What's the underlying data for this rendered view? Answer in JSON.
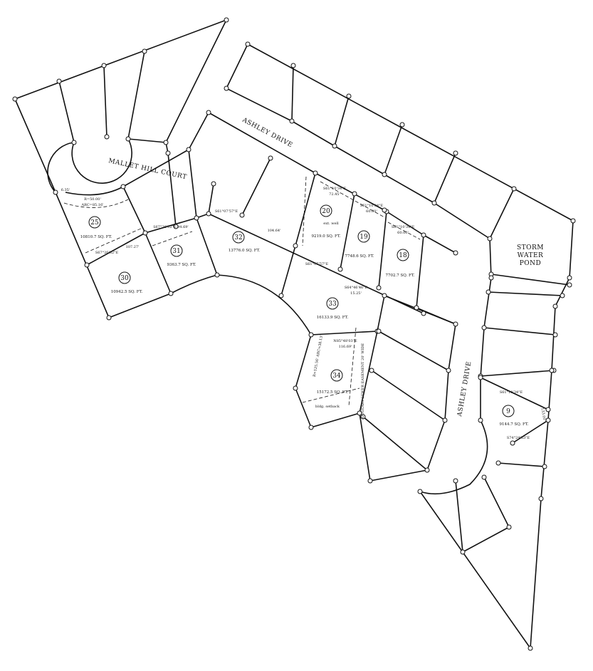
{
  "streets": {
    "mallet_hill_court": "MALLET HILL COURT",
    "ashley_drive_top": "ASHLEY DRIVE",
    "ashley_drive_right": "ASHLEY DRIVE",
    "storm_water_pond": [
      "STORM",
      "WATER",
      "POND"
    ]
  },
  "lots": [
    {
      "number": "25",
      "area": "10810.7 SQ. FT."
    },
    {
      "number": "30",
      "area": "10942.5 SQ. FT."
    },
    {
      "number": "31",
      "area": "9363.7 SQ. FT."
    },
    {
      "number": "32",
      "area": "13776.0 SQ. FT."
    },
    {
      "number": "20",
      "area": "9219.0 SQ. FT."
    },
    {
      "number": "19",
      "area": "7748.6 SQ. FT."
    },
    {
      "number": "18",
      "area": "7702.7 SQ. FT."
    },
    {
      "number": "33",
      "area": "16133.9 SQ. FT."
    },
    {
      "number": "34",
      "area": "15172.5 SQ. FT."
    },
    {
      "number": "9",
      "area": "9144.7 SQ. FT."
    }
  ],
  "annotations": {
    "radius": "R=50.00'",
    "arc": "ARC=85.16'",
    "lot25_corner": "6.35'",
    "s67_bearing": "S67°26'32\"E",
    "s67_dist": "107.27'",
    "lot31_top": "S67°26'32\"E 94.69'",
    "lot32_top": "S61°07'57\"E",
    "lot32_dist": "104.64'",
    "lot20_top": "S61°10'34\"E",
    "lot20_dist": "72.45'",
    "lot19_top": "S61°10'34\"E",
    "lot19_dist": "60.00'",
    "lot18_top": "S61°10'34\"E",
    "lot18_dist": "60.00'",
    "lot33_a": "S61°07'57\"E",
    "lot33_b": "S64°46'46\"E",
    "lot33_dist": "15.25'",
    "lot34_top": "N85°48'03\"E",
    "lot34_dist": "116.69'",
    "lot34_arc": "R=125.56' ARC=38.13'",
    "sewer": "SANITARY SEWER EASEMENT 20' WIDE",
    "setback": "bldg. setback",
    "lot9_top": "S61°10'34\"E",
    "lot9_side": "133.00'",
    "lot9_bottom": "S74°24'53\"E",
    "well": "ext. well"
  }
}
